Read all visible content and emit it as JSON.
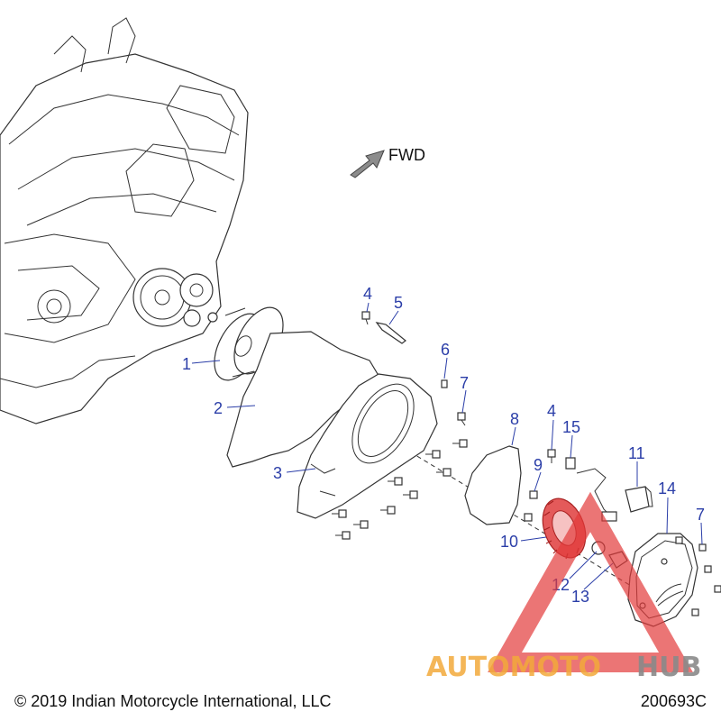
{
  "direction": {
    "label": "FWD"
  },
  "callouts": [
    "1",
    "2",
    "3",
    "4",
    "5",
    "6",
    "7",
    "8",
    "9",
    "10",
    "4",
    "15",
    "11",
    "14",
    "7",
    "12",
    "13"
  ],
  "footer": {
    "copyright": "© 2019 Indian Motorcycle International, LLC",
    "code": "200693C"
  },
  "watermark": {
    "part1": "AUTOMOTO",
    "part2": "HUB",
    "colors": {
      "triangle": "#e23b3b",
      "auto": "#f2a93b",
      "hub": "#8a8a8a"
    }
  }
}
